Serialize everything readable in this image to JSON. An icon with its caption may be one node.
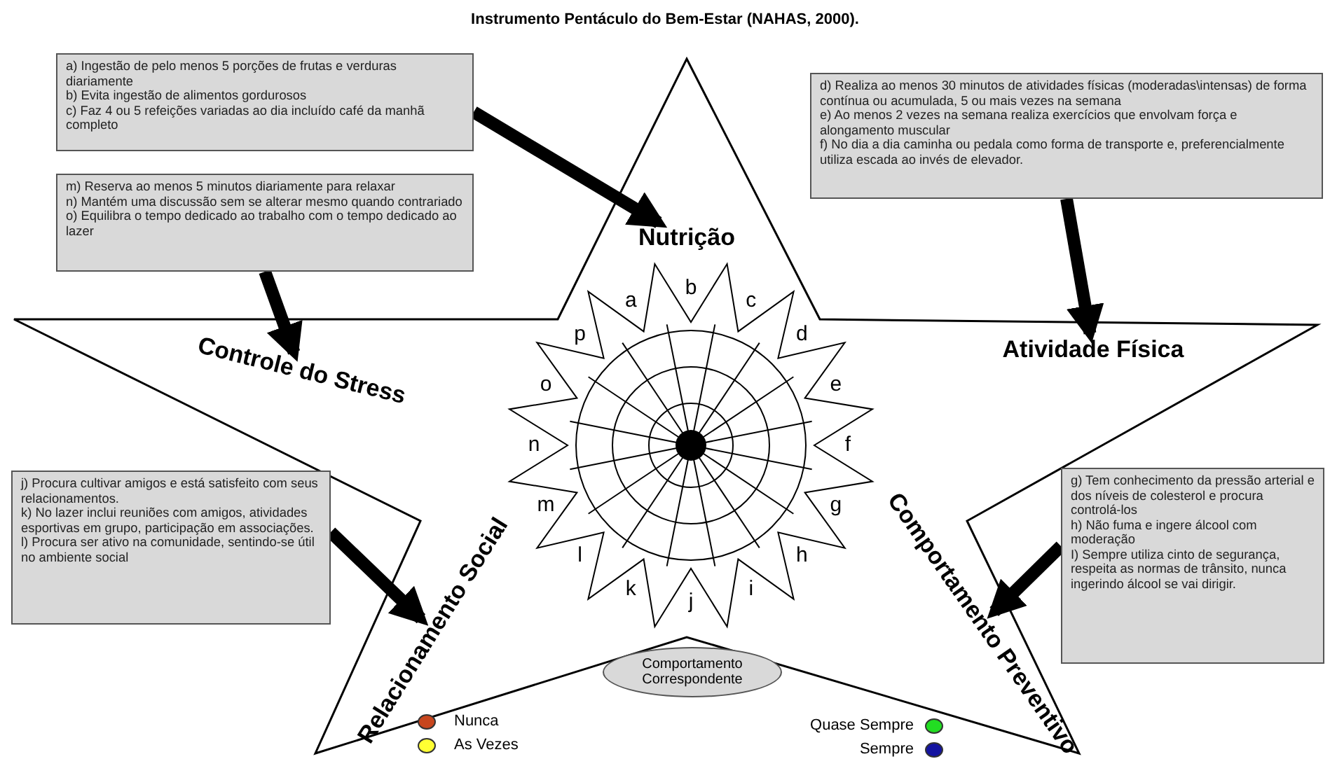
{
  "diagram": {
    "title": "Instrumento Pentáculo do Bem-Estar (NAHAS, 2000).",
    "nodes": [
      {
        "text": [
          "a) Ingestão de pelo menos 5 porções de frutas e verduras diariamente",
          "b) Evita ingestão de alimentos gordurosos",
          "c) Faz 4 ou 5 refeições variadas ao dia incluído café da manhã completo"
        ]
      },
      {
        "text": [
          "m) Reserva ao menos 5 minutos diariamente para relaxar",
          "n) Mantém uma discussão sem se alterar mesmo quando contrariado",
          "o) Equilibra o tempo dedicado ao trabalho com o tempo dedicado ao lazer"
        ]
      },
      {
        "text": [
          "d) Realiza ao menos 30 minutos de atividades físicas (moderadas\\intensas) de forma contínua ou acumulada, 5 ou mais vezes na semana",
          "e) Ao menos 2 vezes na semana realiza exercícios que envolvam força e alongamento muscular",
          "f) No dia a dia caminha ou pedala como forma de transporte e, preferencialmente utiliza escada ao invés de elevador."
        ]
      },
      {
        "text": [
          "j) Procura cultivar amigos e está satisfeito com seus relacionamentos.",
          "k) No lazer inclui reuniões com amigos, atividades esportivas em grupo, participação em associações.",
          "l) Procura ser ativo na comunidade, sentindo-se útil no ambiente social"
        ]
      },
      {
        "text": [
          "g) Tem conhecimento da pressão arterial e dos níveis de colesterol e procura controlá-los",
          "h) Não fuma e ingere álcool com moderação",
          "I) Sempre utiliza cinto de segurança, respeita as normas de trânsito, nunca ingerindo álcool se vai dirigir."
        ]
      },
      {
        "text": [
          "Nutrição"
        ]
      },
      {
        "text": [
          "Atividade Física"
        ]
      },
      {
        "text": [
          "Controle do Stress"
        ]
      },
      {
        "text": [
          "Relacionamento Social"
        ]
      },
      {
        "text": [
          "Comportamento Preventivo"
        ]
      },
      {
        "text": [
          "a"
        ]
      },
      {
        "text": [
          "b"
        ]
      },
      {
        "text": [
          "c"
        ]
      },
      {
        "text": [
          "d"
        ]
      },
      {
        "text": [
          "e"
        ]
      },
      {
        "text": [
          "f"
        ]
      },
      {
        "text": [
          "g"
        ]
      },
      {
        "text": [
          "h"
        ]
      },
      {
        "text": [
          "i"
        ]
      },
      {
        "text": [
          "j"
        ]
      },
      {
        "text": [
          "k"
        ]
      },
      {
        "text": [
          "l"
        ]
      },
      {
        "text": [
          "m"
        ]
      },
      {
        "text": [
          "n"
        ]
      },
      {
        "text": [
          "o"
        ]
      },
      {
        "text": [
          "p"
        ]
      },
      {
        "text": [],
        "shape": "circle"
      },
      {
        "text": [
          "Comportamento Correspondente"
        ]
      }
    ],
    "edges": [
      {
        "from": 0,
        "to": 5,
        "arrow": "to"
      },
      {
        "from": 1,
        "to": 7,
        "arrow": "to"
      },
      {
        "from": 2,
        "to": 6,
        "arrow": "to"
      },
      {
        "from": 3,
        "to": 8,
        "arrow": "to"
      },
      {
        "from": 4,
        "to": 9,
        "arrow": "to"
      }
    ],
    "legend": [
      {
        "text": "Nunca",
        "color": "#c8461e"
      },
      {
        "text": "As Vezes",
        "color": "#ffff33"
      },
      {
        "text": "Quase Sempre",
        "color": "#22dd22"
      },
      {
        "text": "Sempre",
        "color": "#1414a0"
      }
    ]
  }
}
